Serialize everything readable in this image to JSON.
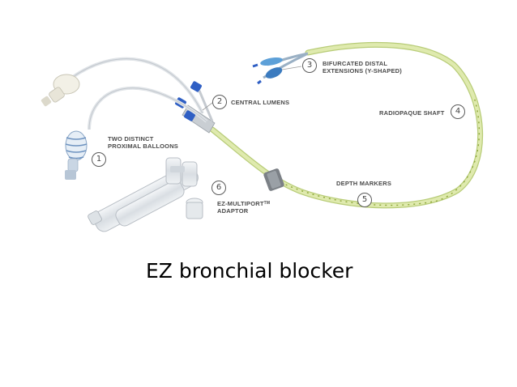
{
  "labels": {
    "proximal_balloons_l1": "TWO DISTINCT",
    "proximal_balloons_l2": "PROXIMAL BALLOONS",
    "central_lumens": "CENTRAL LUMENS",
    "bifurcated_l1": "BIFURCATED DISTAL",
    "bifurcated_l2": "EXTENSIONS (Y-SHAPED)",
    "radiopaque_shaft": "RADIOPAQUE SHAFT",
    "depth_markers": "DEPTH MARKERS",
    "adaptor_l1": "EZ-MULTIPORT",
    "adaptor_tm": "TM",
    "adaptor_l2": "ADAPTOR"
  },
  "numbers": {
    "n1": "1",
    "n2": "2",
    "n3": "3",
    "n4": "4",
    "n5": "5",
    "n6": "6"
  },
  "caption": "EZ bronchial blocker",
  "colors": {
    "shaft": "#d9e7a3",
    "shaft_edge": "#b8cc78",
    "blue_cap": "#2f5fc4",
    "balloon_blue": "#3b7bbf"
  }
}
